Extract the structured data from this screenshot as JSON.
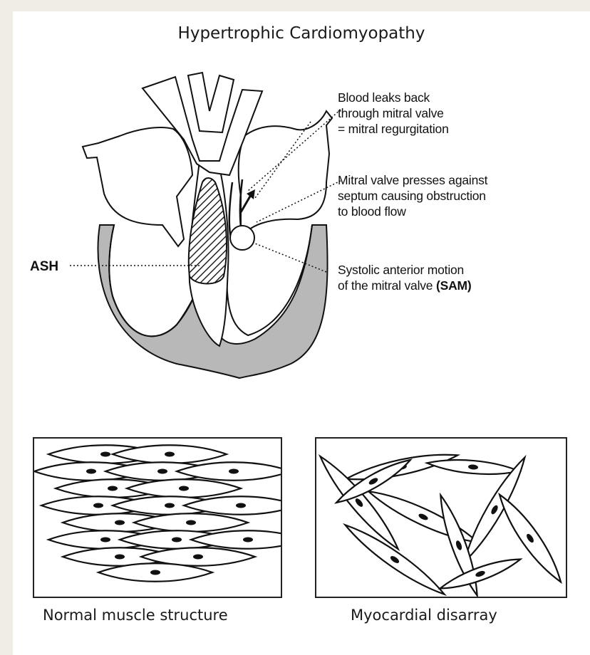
{
  "title": "Hypertrophic Cardiomyopathy",
  "annotations": {
    "mitral_regurgitation": [
      "Blood leaks back",
      "through mitral valve",
      "= mitral regurgitation"
    ],
    "obstruction": [
      "Mitral valve presses against",
      "septum causing obstruction",
      "to blood flow"
    ],
    "sam_line1": "Systolic anterior motion",
    "sam_line2_prefix": "of the mitral valve ",
    "sam_line2_abbrev": "(SAM)",
    "ash": "ASH"
  },
  "panels": {
    "normal": {
      "caption": "Normal muscle structure"
    },
    "disarray": {
      "caption": "Myocardial disarray"
    }
  },
  "colors": {
    "page_bg": "#f0ede4",
    "wall_gray": "#b8b8b8",
    "ink": "#111111"
  }
}
